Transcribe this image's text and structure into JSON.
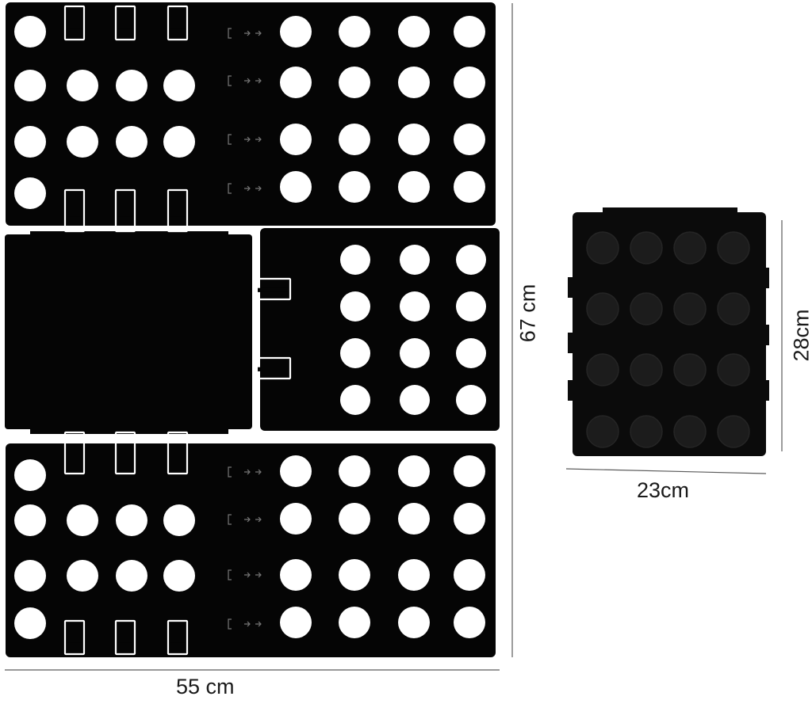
{
  "colors": {
    "board": "#050505",
    "hole": "#ffffff",
    "folded_board": "#0b0b0b",
    "folded_hole": "#1c1c1c",
    "measure_line": "#5a5a5a",
    "label": "#1a1a1a"
  },
  "icons": {
    "hole": "circle",
    "clip": "hinge-bracket",
    "fold_marker": "arrow-marker"
  },
  "dimensions": {
    "unfolded_height": "67 cm",
    "unfolded_width": "55 cm",
    "folded_height": "28cm",
    "folded_width": "23cm"
  }
}
